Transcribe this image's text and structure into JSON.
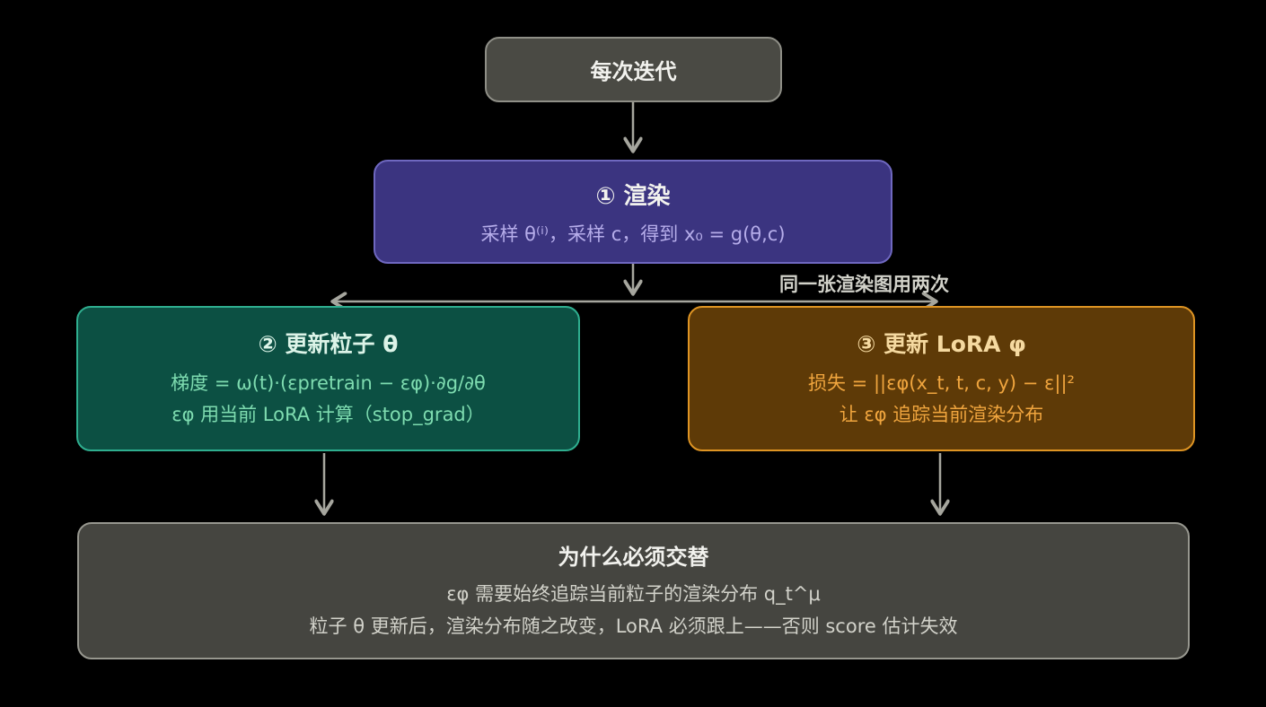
{
  "diagram": {
    "nodes": {
      "start": {
        "title": "每次迭代"
      },
      "render": {
        "title": "① 渲染",
        "line1": "采样 θ⁽ⁱ⁾，采样 c，得到 x₀ = g(θ,c)"
      },
      "particle": {
        "title": "② 更新粒子 θ",
        "line1": "梯度 = ω(t)·(εpretrain − εφ)·∂g/∂θ",
        "line2": "εφ 用当前 LoRA 计算（stop_grad）"
      },
      "lora": {
        "title": "③ 更新 LoRA φ",
        "line1": "损失 = ||εφ(x_t, t, c, y) − ε||²",
        "line2": "让 εφ 追踪当前渲染分布"
      },
      "why": {
        "title": "为什么必须交替",
        "line1": "εφ 需要始终追踪当前粒子的渲染分布 q_t^μ",
        "line2": "粒子 θ 更新后，渲染分布随之改变，LoRA 必须跟上——否则 score 估计失效"
      }
    },
    "edges": {
      "branch_label": "同一张渲染图用两次"
    },
    "palette": {
      "background": "#000000",
      "arrow": "#a6a69e",
      "start_fill": "#4a4a44",
      "start_border": "#8f8f87",
      "render_fill": "#3b3480",
      "render_border": "#6f68c0",
      "render_text": "#b6adea",
      "particle_fill": "#0c5043",
      "particle_border": "#2fae8f",
      "particle_text": "#7edcb0",
      "lora_fill": "#5e3a07",
      "lora_border": "#de9423",
      "lora_text": "#f0a53e",
      "why_fill": "#454540",
      "why_border": "#97978f",
      "why_text": "#d2d2ca"
    }
  }
}
